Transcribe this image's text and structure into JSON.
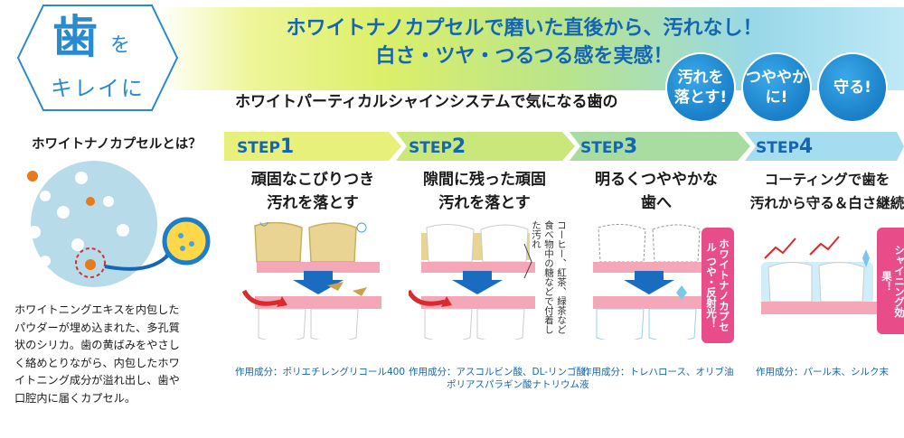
{
  "logo": {
    "kanji": "歯",
    "kana_wo": "を",
    "kirei": "キレイに"
  },
  "banner": {
    "line1": "ホワイトナノカプセルで磨いた直後から、汚れなし！",
    "line2": "白さ・ツヤ・つるつる感を実感！"
  },
  "badges": [
    {
      "label_l1": "汚れを",
      "label_l2": "落とす!"
    },
    {
      "label_l1": "つややか",
      "label_l2": "に!"
    },
    {
      "label_l1": "守る!",
      "label_l2": ""
    }
  ],
  "subheadline": "ホワイトパーティカルシャインシステムで気になる歯の",
  "about": {
    "title": "ホワイトナノカプセルとは？",
    "lines": [
      "ホワイトニングエキスを内包した",
      "パウダーが埋め込まれた、多孔質",
      "状のシリカ。歯の黄ばみをやさし",
      "く絡めとりながら、内包したホワ",
      "イトニング成分が溢れ出し、歯や",
      "口腔内に届くカプセル。"
    ]
  },
  "steps": [
    {
      "step_word": "STEP",
      "step_num": "1",
      "title_l1": "頑固なこびりつき",
      "title_l2": "汚れを落とす",
      "ingredient_l1": "作用成分：ポリエチレングリコール400",
      "ingredient_l2": ""
    },
    {
      "step_word": "STEP",
      "step_num": "2",
      "title_l1": "隙間に残った頑固",
      "title_l2": "汚れを落とす",
      "ingredient_l1": "作用成分：アスコルビン酸、DL-リンゴ酸、",
      "ingredient_l2": "ポリアスパラギン酸ナトリウム液"
    },
    {
      "step_word": "STEP",
      "step_num": "3",
      "title_l1": "明るくつややかな",
      "title_l2": "歯へ",
      "ingredient_l1": "作用成分：トレハロース、オリブ油",
      "ingredient_l2": ""
    },
    {
      "step_word": "STEP",
      "step_num": "4",
      "title_l1": "コーティングで歯を",
      "title_l2": "汚れから守る＆白さ継続",
      "ingredient_l1": "作用成分：パール末、シルク末",
      "ingredient_l2": ""
    }
  ],
  "notes": {
    "stain_note": "コーヒー、紅茶、緑茶など食べ物中の糖などで付着した汚れ",
    "shine_tag": "ホワイトナノカプセル つや・反射光！",
    "shining_tag": "シャイニング効果！"
  },
  "colors": {
    "accent_blue": "#1466b3",
    "badge_blue": "#1a7fc8",
    "pink": "#e84d8a",
    "gum_pink": "#f4a7b6"
  }
}
